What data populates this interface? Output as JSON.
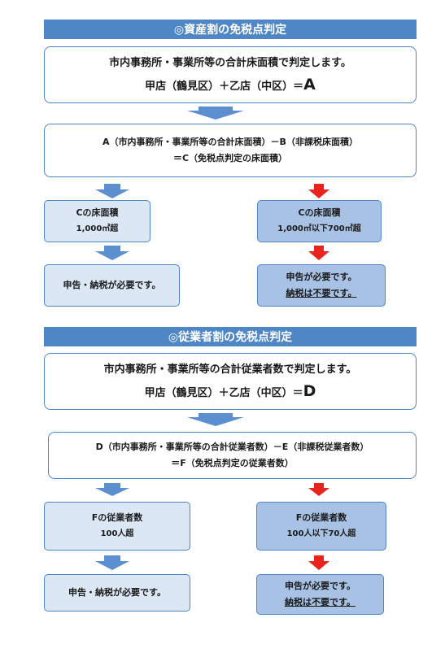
{
  "section1": {
    "header": "◎資産割の免税点判定",
    "intro_line1": "市内事務所・事業所等の合計床面積で判定します。",
    "intro_line2_prefix": "甲店（鶴見区）＋乙店（中区）＝",
    "intro_line2_var": "A",
    "formula_line1": "A（市内事務所・事業所等の合計床面積）－B（非課税床面積）",
    "formula_line2": "＝C（免税点判定の床面積）",
    "left_card": {
      "title": "Cの床面積",
      "condition": "1,000㎡超"
    },
    "right_card": {
      "title": "Cの床面積",
      "condition": "1,000㎡以下700㎡超"
    },
    "left_result": "申告・納税が必要です。",
    "right_result_line1": "申告が必要です。",
    "right_result_line2": "納税は不要です。"
  },
  "section2": {
    "header": "◎従業者割の免税点判定",
    "intro_line1": "市内事務所・事業所等の合計従業者数で判定します。",
    "intro_line2_prefix": "甲店（鶴見区）＋乙店（中区）＝",
    "intro_line2_var": "D",
    "formula_line1": "D（市内事務所・事業所等の合計従業者数）－E（非課税従業者数）",
    "formula_line2": "＝F（免税点判定の従業者数）",
    "left_card": {
      "title": "Fの従業者数",
      "condition": "100人超"
    },
    "right_card": {
      "title": "Fの従業者数",
      "condition": "100人以下70人超"
    },
    "left_result": "申告・納税が必要です。",
    "right_result_line1": "申告が必要です。",
    "right_result_line2": "納税は不要です。"
  },
  "colors": {
    "header_bg": "#4f86c6",
    "blue_arrow": "#5b8fd0",
    "red_arrow": "#e8241c",
    "card_light": "#dbe7f5",
    "card_mid": "#a7c2e4"
  },
  "icons": {
    "down_arrow_blue": "down-arrow-icon",
    "down_arrow_red": "down-arrow-red-icon"
  }
}
